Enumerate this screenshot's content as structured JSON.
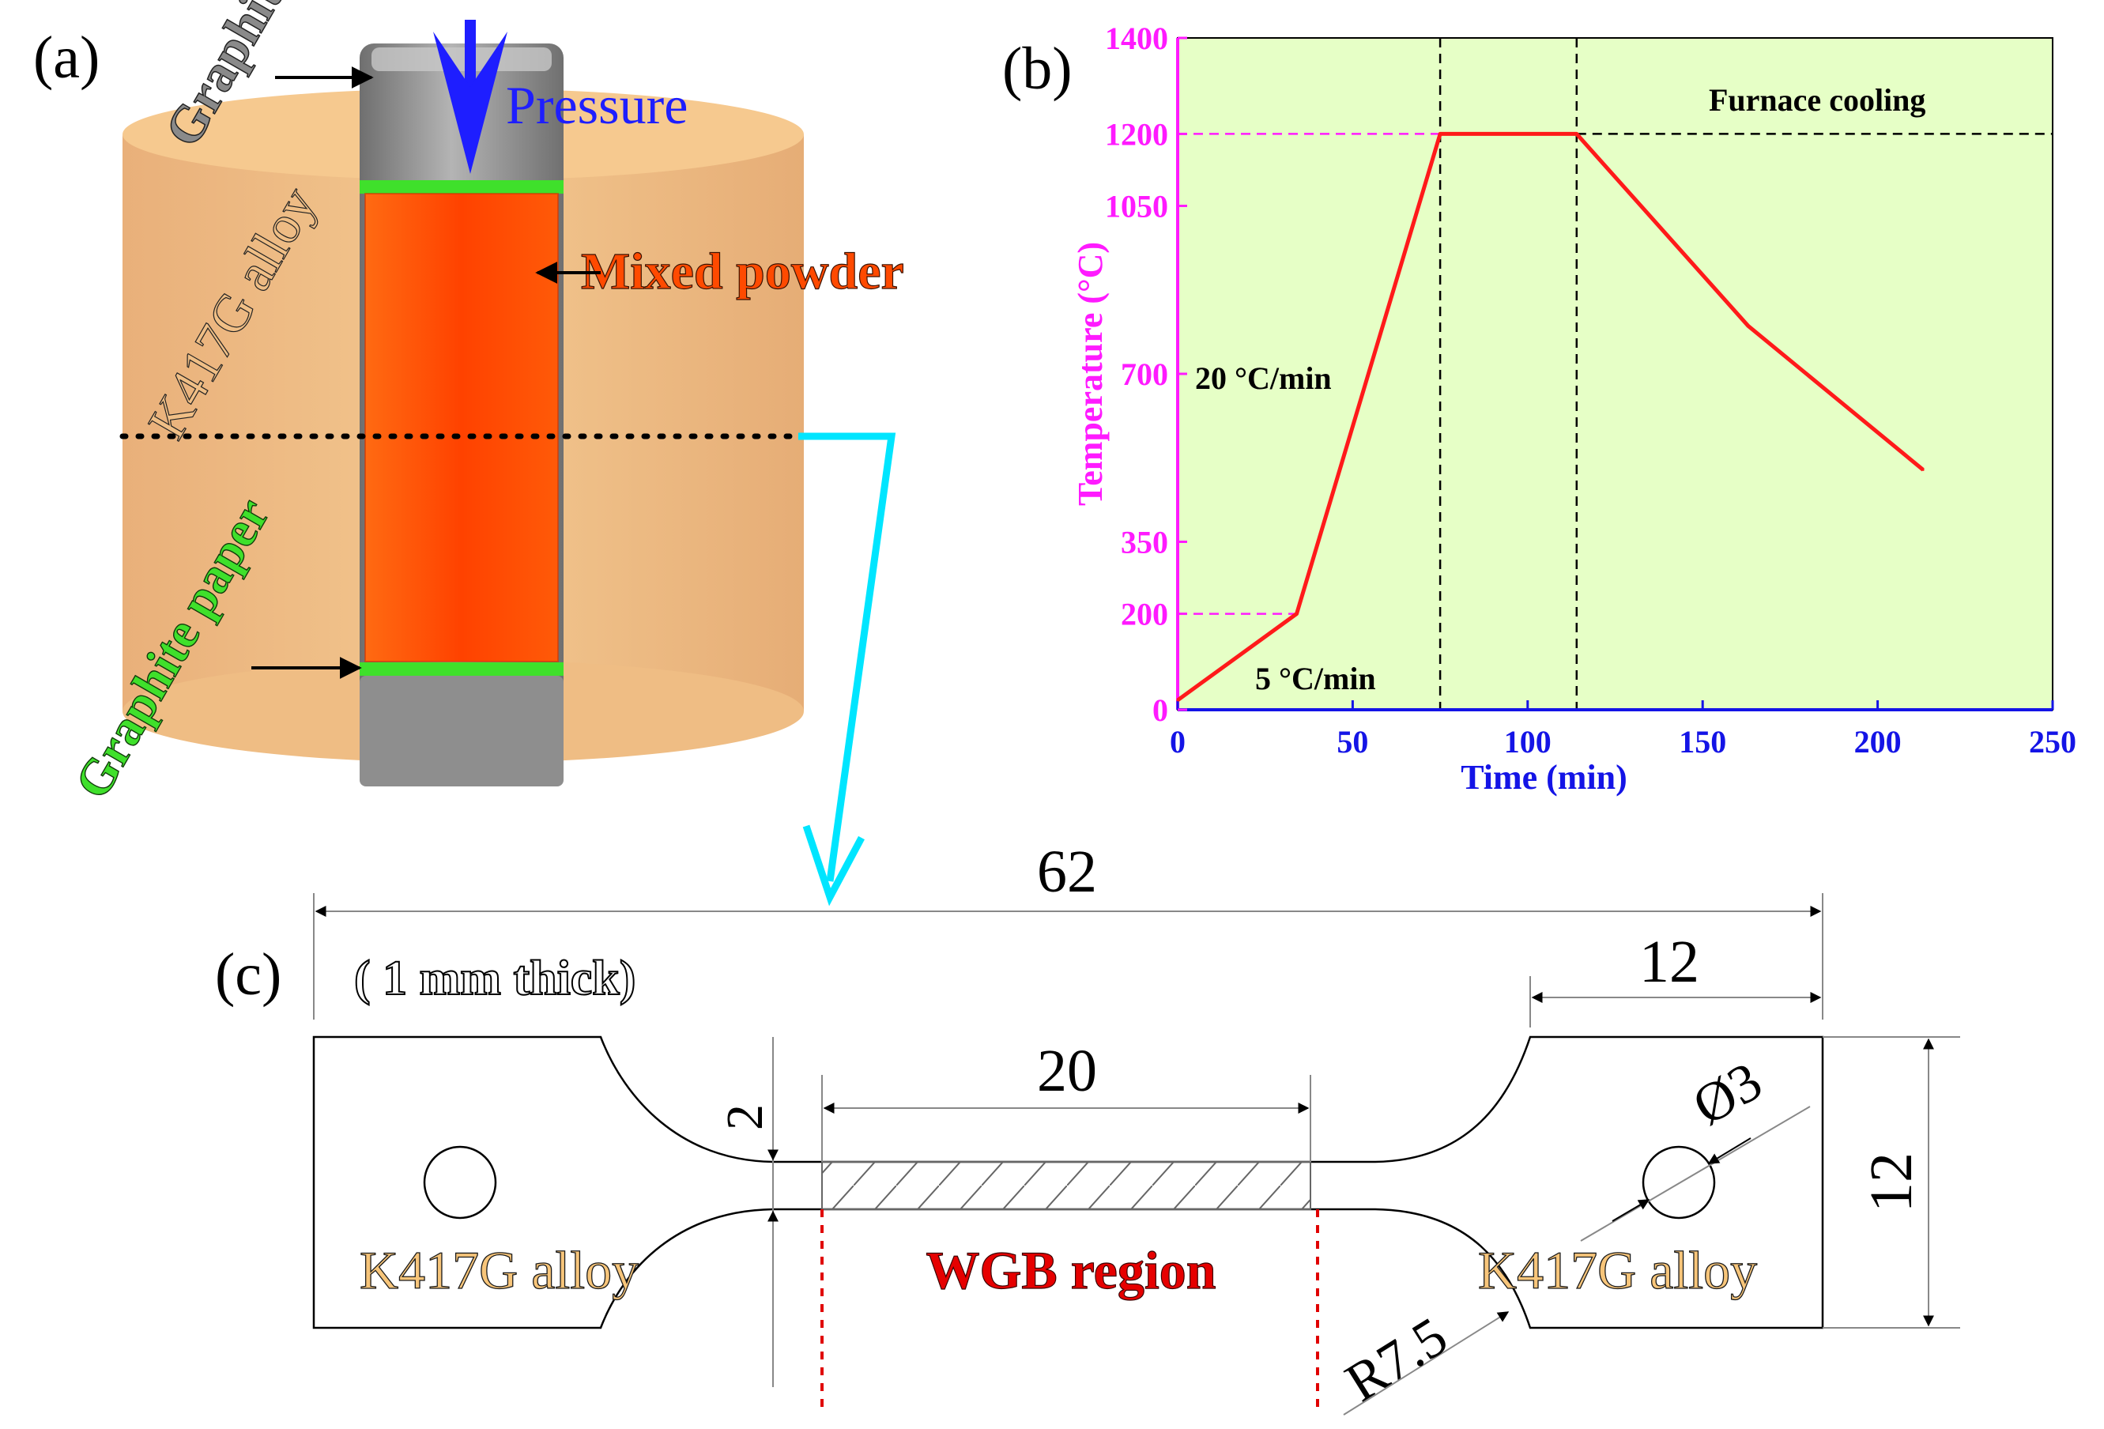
{
  "panel_a": {
    "label": "(a)",
    "graphite_punch": "Graphite punch",
    "pressure": "Pressure",
    "mixed_powder": "Mixed powder",
    "k417g_alloy": "K417G alloy",
    "graphite_paper": "Graphite paper",
    "colors": {
      "cylinder": "#f0bf86",
      "punch": "#9a9a9a",
      "powder": "#ff4a00",
      "paper": "#3fe02b",
      "arrow": "#1e1eff",
      "connector": "#00e5ff"
    }
  },
  "panel_b": {
    "label": "(b)",
    "annotations": {
      "rate1": "5 °C/min",
      "rate2": "20 °C/min",
      "cooling": "Furnace cooling"
    },
    "colors": {
      "plot_bg": "#e6ffc6",
      "line": "#ff1a1a",
      "axis_x": "#1414e6",
      "axis_y": "#ff1aff"
    }
  },
  "chart_data": {
    "type": "line",
    "title": "",
    "xlabel": "Time (min)",
    "ylabel": "Temperature (°C)",
    "xlim": [
      0,
      250
    ],
    "ylim": [
      0,
      1400
    ],
    "xticks": [
      0,
      50,
      100,
      150,
      200,
      250
    ],
    "yticks": [
      0,
      200,
      350,
      700,
      1050,
      1200,
      1400
    ],
    "series": [
      {
        "x": [
          0,
          34,
          75,
          114,
          163,
          213
        ],
        "y": [
          20,
          200,
          1200,
          1200,
          800,
          500
        ]
      }
    ],
    "reference_lines": {
      "y_dashed": [
        200,
        1200
      ],
      "x_dashed": [
        75,
        114
      ]
    },
    "grid": false
  },
  "panel_c": {
    "label": "(c)",
    "thickness_note": "( 1 mm thick)",
    "dim_total": "62",
    "dim_grip": "12",
    "dim_gauge": "20",
    "dim_width_gauge": "2",
    "dim_hole": "Ø3",
    "dim_height": "12",
    "dim_radius": "R7.5",
    "left_alloy": "K417G alloy",
    "region": "WGB region",
    "right_alloy": "K417G alloy"
  }
}
